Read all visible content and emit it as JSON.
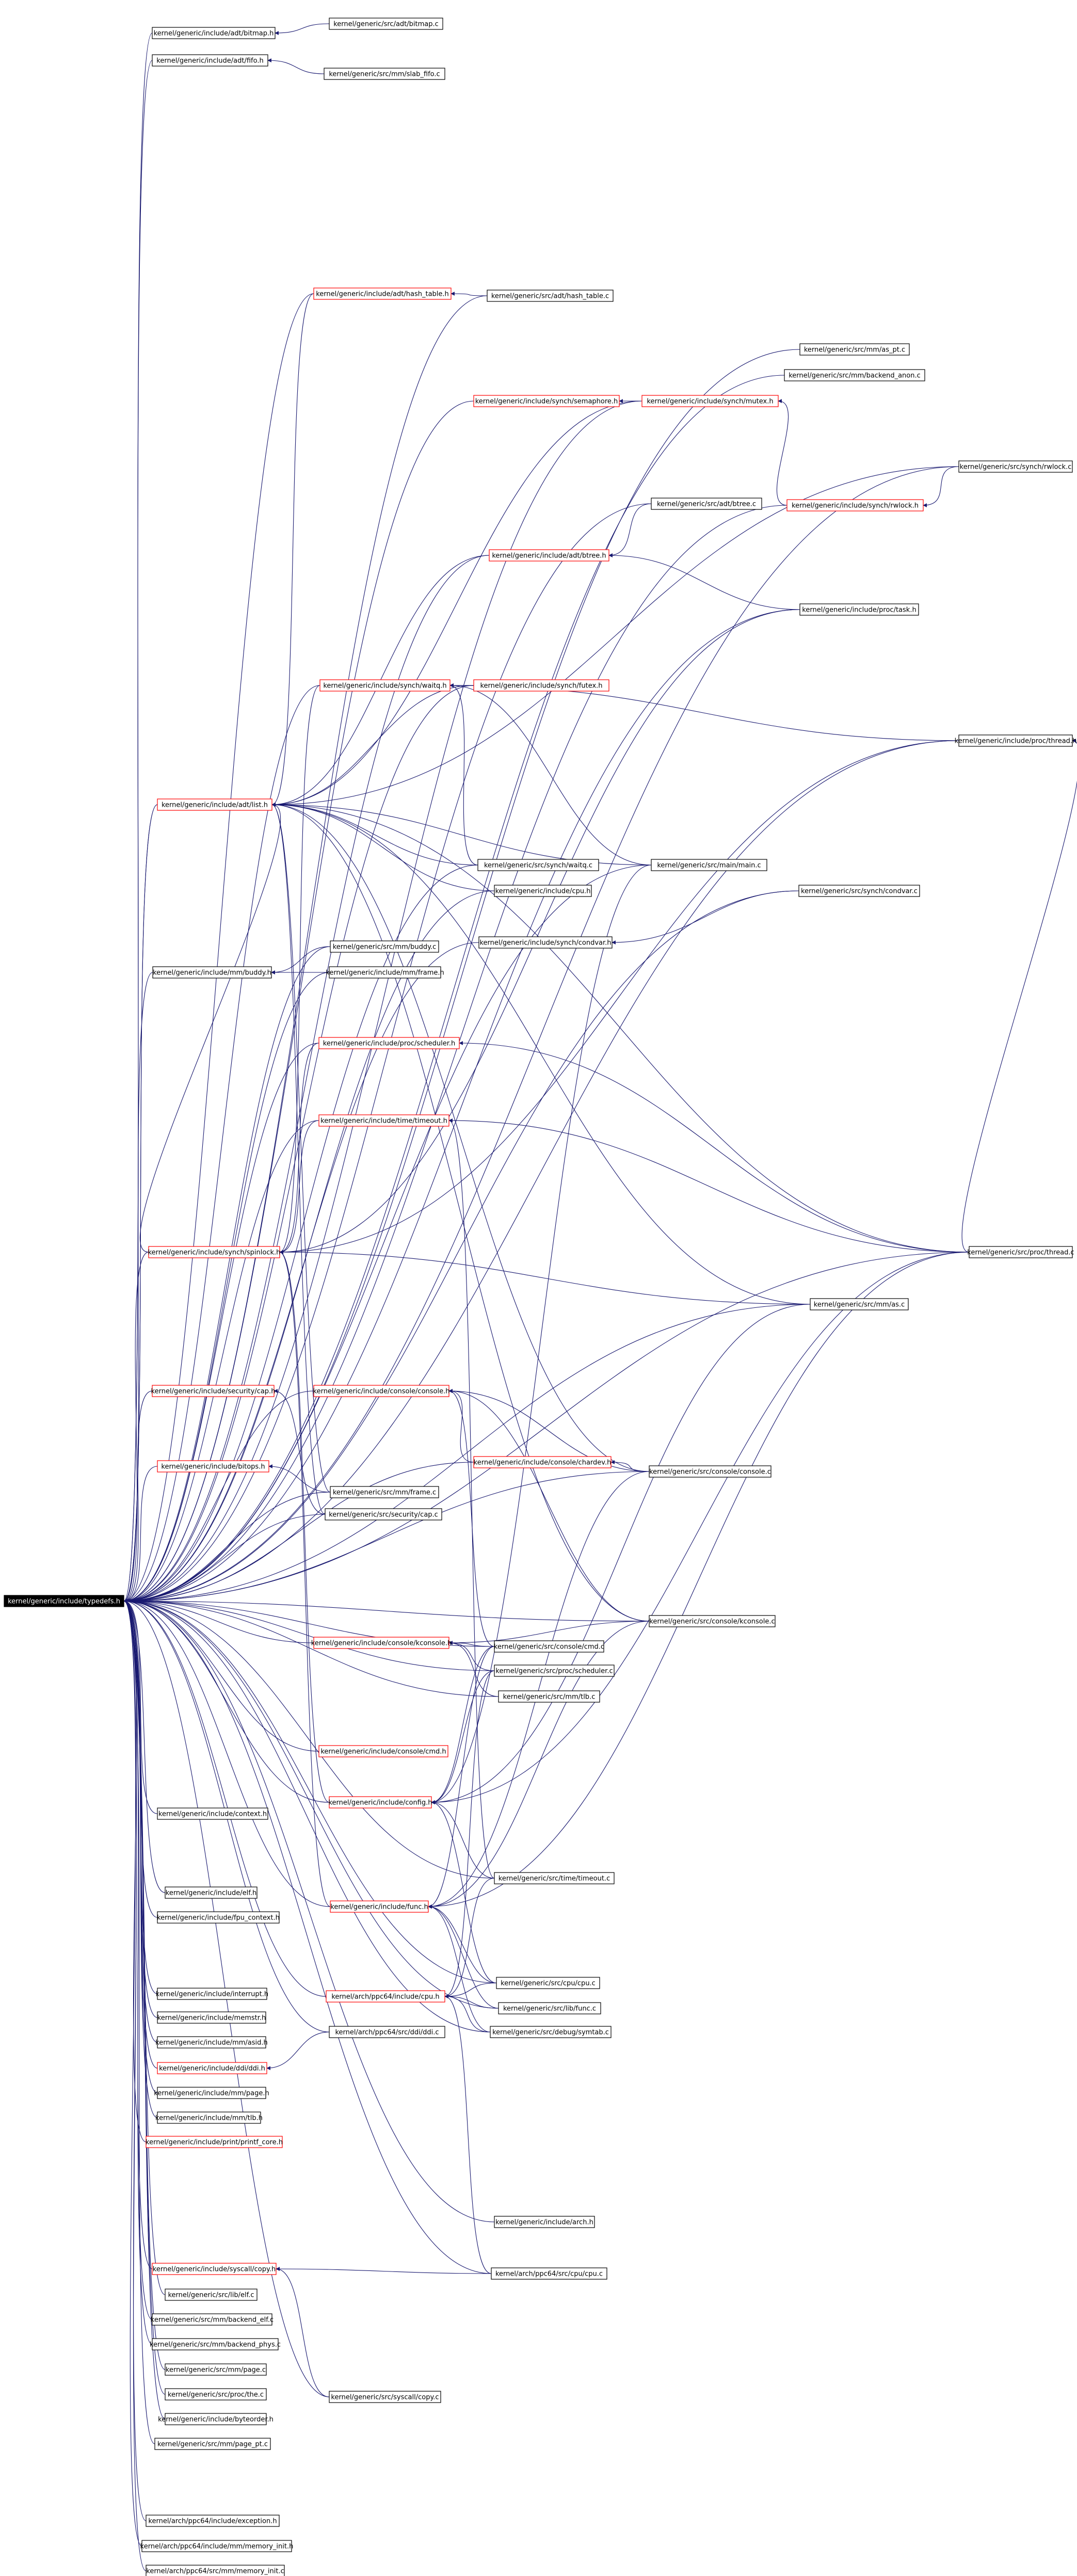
{
  "colors": {
    "edge": "#191970",
    "box_border": "#000000",
    "box_border_undocumented": "#ff0000",
    "root_fill": "#000000",
    "root_text": "#ffffff",
    "text": "#000000"
  },
  "nodes": [
    {
      "id": "types",
      "label": "kernel/generic/include/typedefs.h",
      "style": "root"
    },
    {
      "id": "bitmap_h",
      "label": "kernel/generic/include/adt/bitmap.h",
      "style": "normal"
    },
    {
      "id": "bitmap_c",
      "label": "kernel/generic/src/adt/bitmap.c",
      "style": "normal"
    },
    {
      "id": "fifo_h",
      "label": "kernel/generic/include/adt/fifo.h",
      "style": "normal"
    },
    {
      "id": "slab_fifo",
      "label": "kernel/generic/src/mm/slab_fifo.c",
      "style": "normal"
    },
    {
      "id": "hash_table_h",
      "label": "kernel/generic/include/adt/hash_table.h",
      "style": "red"
    },
    {
      "id": "hash_table_c",
      "label": "kernel/generic/src/adt/hash_table.c",
      "style": "normal"
    },
    {
      "id": "as_pt",
      "label": "kernel/generic/src/mm/as_pt.c",
      "style": "normal"
    },
    {
      "id": "backend_anon",
      "label": "kernel/generic/src/mm/backend_anon.c",
      "style": "normal"
    },
    {
      "id": "semaphore_h",
      "label": "kernel/generic/include/synch/semaphore.h",
      "style": "red"
    },
    {
      "id": "mutex_h",
      "label": "kernel/generic/include/synch/mutex.h",
      "style": "red"
    },
    {
      "id": "rwlock_c",
      "label": "kernel/generic/src/synch/rwlock.c",
      "style": "normal"
    },
    {
      "id": "rwlock_h",
      "label": "kernel/generic/include/synch/rwlock.h",
      "style": "red"
    },
    {
      "id": "btree_c",
      "label": "kernel/generic/src/adt/btree.c",
      "style": "normal"
    },
    {
      "id": "btree_h",
      "label": "kernel/generic/include/adt/btree.h",
      "style": "red"
    },
    {
      "id": "task_h",
      "label": "kernel/generic/include/proc/task.h",
      "style": "normal"
    },
    {
      "id": "waitq_h",
      "label": "kernel/generic/include/synch/waitq.h",
      "style": "red"
    },
    {
      "id": "futex_h",
      "label": "kernel/generic/include/synch/futex.h",
      "style": "red"
    },
    {
      "id": "thread_h",
      "label": "kernel/generic/include/proc/thread.h",
      "style": "normal"
    },
    {
      "id": "list_h",
      "label": "kernel/generic/include/adt/list.h",
      "style": "red"
    },
    {
      "id": "waitq_c",
      "label": "kernel/generic/src/synch/waitq.c",
      "style": "normal"
    },
    {
      "id": "main_c",
      "label": "kernel/generic/src/main/main.c",
      "style": "normal"
    },
    {
      "id": "cpu_h",
      "label": "kernel/generic/include/cpu.h",
      "style": "normal"
    },
    {
      "id": "condvar_c",
      "label": "kernel/generic/src/synch/condvar.c",
      "style": "normal"
    },
    {
      "id": "condvar_h",
      "label": "kernel/generic/include/synch/condvar.h",
      "style": "normal"
    },
    {
      "id": "buddy_c",
      "label": "kernel/generic/src/mm/buddy.c",
      "style": "normal"
    },
    {
      "id": "buddy_h",
      "label": "kernel/generic/include/mm/buddy.h",
      "style": "normal"
    },
    {
      "id": "frame_h",
      "label": "kernel/generic/include/mm/frame.h",
      "style": "normal"
    },
    {
      "id": "scheduler_h",
      "label": "kernel/generic/include/proc/scheduler.h",
      "style": "red"
    },
    {
      "id": "timeout_h",
      "label": "kernel/generic/include/time/timeout.h",
      "style": "red"
    },
    {
      "id": "thread_c",
      "label": "kernel/generic/src/proc/thread.c",
      "style": "normal"
    },
    {
      "id": "spinlock_h",
      "label": "kernel/generic/include/synch/spinlock.h",
      "style": "red"
    },
    {
      "id": "as_c",
      "label": "kernel/generic/src/mm/as.c",
      "style": "normal"
    },
    {
      "id": "cap_h",
      "label": "kernel/generic/include/security/cap.h",
      "style": "red"
    },
    {
      "id": "console_h",
      "label": "kernel/generic/include/console/console.h",
      "style": "red"
    },
    {
      "id": "chardev_h",
      "label": "kernel/generic/include/console/chardev.h",
      "style": "red"
    },
    {
      "id": "console_c",
      "label": "kernel/generic/src/console/console.c",
      "style": "normal"
    },
    {
      "id": "bitops_h",
      "label": "kernel/generic/include/bitops.h",
      "style": "red"
    },
    {
      "id": "frame_c",
      "label": "kernel/generic/src/mm/frame.c",
      "style": "normal"
    },
    {
      "id": "cap_c",
      "label": "kernel/generic/src/security/cap.c",
      "style": "normal"
    },
    {
      "id": "kconsole_c",
      "label": "kernel/generic/src/console/kconsole.c",
      "style": "normal"
    },
    {
      "id": "kconsole_h",
      "label": "kernel/generic/include/console/kconsole.h",
      "style": "red"
    },
    {
      "id": "cmd_c",
      "label": "kernel/generic/src/console/cmd.c",
      "style": "normal"
    },
    {
      "id": "scheduler_c",
      "label": "kernel/generic/src/proc/scheduler.c",
      "style": "normal"
    },
    {
      "id": "tlb_c",
      "label": "kernel/generic/src/mm/tlb.c",
      "style": "normal"
    },
    {
      "id": "cmd_h",
      "label": "kernel/generic/include/console/cmd.h",
      "style": "red"
    },
    {
      "id": "config_h",
      "label": "kernel/generic/include/config.h",
      "style": "red"
    },
    {
      "id": "context_h",
      "label": "kernel/generic/include/context.h",
      "style": "normal"
    },
    {
      "id": "timeout_c",
      "label": "kernel/generic/src/time/timeout.c",
      "style": "normal"
    },
    {
      "id": "elf_h",
      "label": "kernel/generic/include/elf.h",
      "style": "normal"
    },
    {
      "id": "func_h",
      "label": "kernel/generic/include/func.h",
      "style": "red"
    },
    {
      "id": "fpu_context_h",
      "label": "kernel/generic/include/fpu_context.h",
      "style": "normal"
    },
    {
      "id": "cpu_c",
      "label": "kernel/generic/src/cpu/cpu.c",
      "style": "normal"
    },
    {
      "id": "ppc_cpu_h",
      "label": "kernel/arch/ppc64/include/cpu.h",
      "style": "red"
    },
    {
      "id": "interrupt_h",
      "label": "kernel/generic/include/interrupt.h",
      "style": "normal"
    },
    {
      "id": "func_c",
      "label": "kernel/generic/src/lib/func.c",
      "style": "normal"
    },
    {
      "id": "memstr_h",
      "label": "kernel/generic/include/memstr.h",
      "style": "normal"
    },
    {
      "id": "ddi_c",
      "label": "kernel/arch/ppc64/src/ddi/ddi.c",
      "style": "normal"
    },
    {
      "id": "symtab_c",
      "label": "kernel/generic/src/debug/symtab.c",
      "style": "normal"
    },
    {
      "id": "asid_h",
      "label": "kernel/generic/include/mm/asid.h",
      "style": "normal"
    },
    {
      "id": "ddi_h",
      "label": "kernel/generic/include/ddi/ddi.h",
      "style": "red"
    },
    {
      "id": "page_h",
      "label": "kernel/generic/include/mm/page.h",
      "style": "normal"
    },
    {
      "id": "tlb_h",
      "label": "kernel/generic/include/mm/tlb.h",
      "style": "normal"
    },
    {
      "id": "printf_core_h",
      "label": "kernel/generic/include/print/printf_core.h",
      "style": "red"
    },
    {
      "id": "arch_h",
      "label": "kernel/generic/include/arch.h",
      "style": "normal"
    },
    {
      "id": "ppc_cpu_c",
      "label": "kernel/arch/ppc64/src/cpu/cpu.c",
      "style": "normal"
    },
    {
      "id": "syscall_h",
      "label": "kernel/generic/include/syscall/copy.h",
      "style": "red"
    },
    {
      "id": "elf_c",
      "label": "kernel/generic/src/lib/elf.c",
      "style": "normal"
    },
    {
      "id": "backend_elf",
      "label": "kernel/generic/src/mm/backend_elf.c",
      "style": "normal"
    },
    {
      "id": "backend_phys",
      "label": "kernel/generic/src/mm/backend_phys.c",
      "style": "normal"
    },
    {
      "id": "page_c",
      "label": "kernel/generic/src/mm/page.c",
      "style": "normal"
    },
    {
      "id": "the_c",
      "label": "kernel/generic/src/proc/the.c",
      "style": "normal"
    },
    {
      "id": "byteorder_h",
      "label": "kernel/generic/include/byteorder.h",
      "style": "normal"
    },
    {
      "id": "copy_c",
      "label": "kernel/generic/src/syscall/copy.c",
      "style": "normal"
    },
    {
      "id": "page_pt",
      "label": "kernel/generic/src/mm/page_pt.c",
      "style": "normal"
    },
    {
      "id": "exception_h",
      "label": "kernel/arch/ppc64/include/exception.h",
      "style": "normal"
    },
    {
      "id": "memory_init_h",
      "label": "kernel/arch/ppc64/include/mm/memory_init.h",
      "style": "normal"
    },
    {
      "id": "memory_init_c",
      "label": "kernel/arch/ppc64/src/mm/memory_init.c",
      "style": "normal"
    }
  ],
  "edges": [
    [
      "bitmap_h",
      "types"
    ],
    [
      "bitmap_c",
      "bitmap_h"
    ],
    [
      "fifo_h",
      "types"
    ],
    [
      "slab_fifo",
      "fifo_h"
    ],
    [
      "hash_table_h",
      "types"
    ],
    [
      "hash_table_c",
      "hash_table_h"
    ],
    [
      "semaphore_h",
      "types"
    ],
    [
      "mutex_h",
      "semaphore_h"
    ],
    [
      "rwlock_h",
      "mutex_h"
    ],
    [
      "btree_h",
      "types"
    ],
    [
      "btree_c",
      "btree_h"
    ],
    [
      "task_h",
      "btree_h"
    ],
    [
      "waitq_h",
      "types"
    ],
    [
      "futex_h",
      "waitq_h"
    ],
    [
      "thread_h",
      "waitq_h"
    ],
    [
      "list_h",
      "types"
    ],
    [
      "waitq_c",
      "waitq_h"
    ],
    [
      "main_c",
      "waitq_h"
    ],
    [
      "cpu_h",
      "list_h"
    ],
    [
      "condvar_c",
      "condvar_h"
    ],
    [
      "buddy_h",
      "types"
    ],
    [
      "buddy_c",
      "buddy_h"
    ],
    [
      "frame_h",
      "buddy_h"
    ],
    [
      "scheduler_h",
      "types"
    ],
    [
      "timeout_h",
      "types"
    ],
    [
      "thread_c",
      "scheduler_h"
    ],
    [
      "spinlock_h",
      "types"
    ],
    [
      "as_c",
      "spinlock_h"
    ],
    [
      "cap_h",
      "types"
    ],
    [
      "cap_c",
      "cap_h"
    ],
    [
      "console_h",
      "types"
    ],
    [
      "chardev_h",
      "console_h"
    ],
    [
      "console_c",
      "chardev_h"
    ],
    [
      "bitops_h",
      "types"
    ],
    [
      "frame_c",
      "bitops_h"
    ],
    [
      "kconsole_h",
      "types"
    ],
    [
      "kconsole_c",
      "kconsole_h"
    ],
    [
      "cmd_c",
      "kconsole_h"
    ],
    [
      "scheduler_c",
      "kconsole_h"
    ],
    [
      "tlb_c",
      "kconsole_h"
    ],
    [
      "cmd_h",
      "types"
    ],
    [
      "config_h",
      "types"
    ],
    [
      "context_h",
      "types"
    ],
    [
      "timeout_c",
      "config_h"
    ],
    [
      "elf_h",
      "types"
    ],
    [
      "func_h",
      "types"
    ],
    [
      "fpu_context_h",
      "types"
    ],
    [
      "cpu_c",
      "func_h"
    ],
    [
      "ppc_cpu_h",
      "types"
    ],
    [
      "interrupt_h",
      "types"
    ],
    [
      "func_c",
      "ppc_cpu_h"
    ],
    [
      "memstr_h",
      "types"
    ],
    [
      "ddi_c",
      "ddi_h"
    ],
    [
      "symtab_c",
      "ppc_cpu_h"
    ],
    [
      "asid_h",
      "types"
    ],
    [
      "ddi_h",
      "types"
    ],
    [
      "page_h",
      "types"
    ],
    [
      "tlb_h",
      "types"
    ],
    [
      "printf_core_h",
      "types"
    ],
    [
      "arch_h",
      "types"
    ],
    [
      "ppc_cpu_c",
      "syscall_h"
    ],
    [
      "syscall_h",
      "types"
    ],
    [
      "elf_c",
      "types"
    ],
    [
      "backend_elf",
      "types"
    ],
    [
      "backend_phys",
      "types"
    ],
    [
      "page_c",
      "types"
    ],
    [
      "the_c",
      "types"
    ],
    [
      "byteorder_h",
      "types"
    ],
    [
      "copy_c",
      "syscall_h"
    ],
    [
      "page_pt",
      "types"
    ],
    [
      "exception_h",
      "types"
    ],
    [
      "memory_init_h",
      "types"
    ],
    [
      "memory_init_c",
      "types"
    ],
    [
      "as_pt",
      "types"
    ],
    [
      "backend_anon",
      "types"
    ],
    [
      "rwlock_c",
      "rwlock_h"
    ],
    [
      "task_h",
      "types"
    ],
    [
      "thread_h",
      "types"
    ],
    [
      "main_c",
      "types"
    ],
    [
      "cpu_h",
      "types"
    ],
    [
      "waitq_c",
      "types"
    ],
    [
      "condvar_c",
      "types"
    ],
    [
      "condvar_h",
      "types"
    ],
    [
      "buddy_c",
      "types"
    ],
    [
      "frame_h",
      "types"
    ],
    [
      "thread_c",
      "types"
    ],
    [
      "as_c",
      "types"
    ],
    [
      "console_c",
      "types"
    ],
    [
      "frame_c",
      "types"
    ],
    [
      "cap_c",
      "types"
    ],
    [
      "kconsole_c",
      "types"
    ],
    [
      "cmd_c",
      "types"
    ],
    [
      "scheduler_c",
      "types"
    ],
    [
      "tlb_c",
      "types"
    ],
    [
      "timeout_c",
      "types"
    ],
    [
      "cpu_c",
      "types"
    ],
    [
      "func_c",
      "types"
    ],
    [
      "ddi_c",
      "types"
    ],
    [
      "symtab_c",
      "types"
    ],
    [
      "ppc_cpu_c",
      "types"
    ],
    [
      "copy_c",
      "types"
    ],
    [
      "rwlock_c",
      "types"
    ],
    [
      "btree_c",
      "types"
    ],
    [
      "hash_table_c",
      "types"
    ],
    [
      "list_h",
      "types"
    ],
    [
      "spinlock_h",
      "list_h"
    ],
    [
      "timeout_h",
      "spinlock_h"
    ],
    [
      "scheduler_h",
      "spinlock_h"
    ],
    [
      "thread_h",
      "spinlock_h"
    ],
    [
      "task_h",
      "spinlock_h"
    ],
    [
      "as_c",
      "list_h"
    ],
    [
      "thread_c",
      "list_h"
    ],
    [
      "waitq_c",
      "list_h"
    ],
    [
      "main_c",
      "list_h"
    ],
    [
      "console_c",
      "list_h"
    ],
    [
      "kconsole_c",
      "list_h"
    ],
    [
      "frame_c",
      "list_h"
    ],
    [
      "cap_c",
      "list_h"
    ],
    [
      "btree_h",
      "list_h"
    ],
    [
      "hash_table_h",
      "list_h"
    ],
    [
      "mutex_h",
      "list_h"
    ],
    [
      "futex_h",
      "list_h"
    ],
    [
      "rwlock_c",
      "list_h"
    ],
    [
      "timeout_c",
      "timeout_h"
    ],
    [
      "thread_c",
      "timeout_h"
    ],
    [
      "waitq_h",
      "spinlock_h"
    ],
    [
      "config_h",
      "spinlock_h"
    ],
    [
      "func_h",
      "spinlock_h"
    ],
    [
      "cmd_c",
      "console_h"
    ],
    [
      "kconsole_c",
      "console_h"
    ],
    [
      "console_c",
      "console_h"
    ],
    [
      "thread_c",
      "thread_h"
    ],
    [
      "main_c",
      "config_h"
    ],
    [
      "cpu_c",
      "config_h"
    ],
    [
      "as_c",
      "config_h"
    ],
    [
      "scheduler_c",
      "config_h"
    ],
    [
      "thread_c",
      "config_h"
    ],
    [
      "cmd_c",
      "config_h"
    ],
    [
      "func_c",
      "func_h"
    ],
    [
      "cmd_c",
      "func_h"
    ],
    [
      "symtab_c",
      "func_h"
    ],
    [
      "thread_c",
      "func_h"
    ],
    [
      "console_c",
      "func_h"
    ],
    [
      "kconsole_c",
      "func_h"
    ],
    [
      "timeout_c",
      "ppc_cpu_h"
    ],
    [
      "cpu_c",
      "ppc_cpu_h"
    ],
    [
      "scheduler_c",
      "ppc_cpu_h"
    ],
    [
      "ppc_cpu_c",
      "ppc_cpu_h"
    ],
    [
      "mutex_h",
      "types"
    ],
    [
      "chardev_h",
      "types"
    ],
    [
      "rwlock_h",
      "types"
    ],
    [
      "futex_h",
      "types"
    ]
  ]
}
